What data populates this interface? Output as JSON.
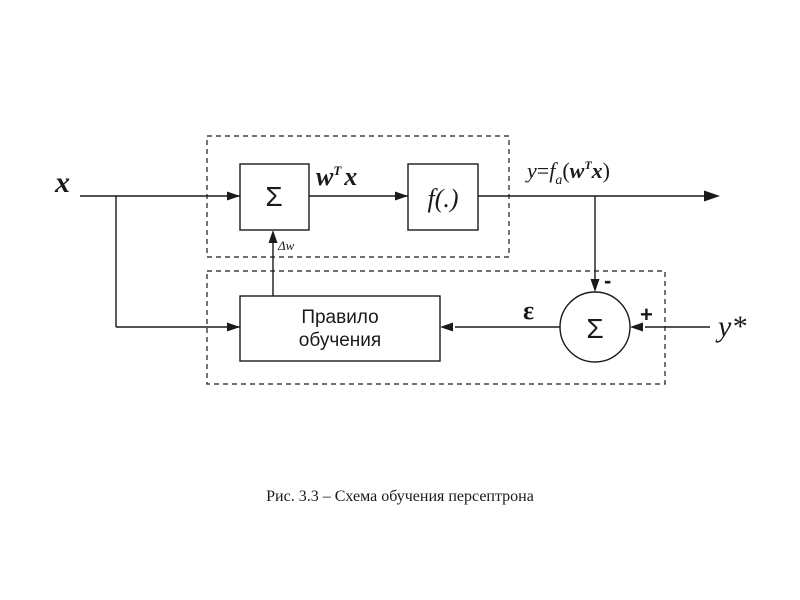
{
  "diagram": {
    "input_label": "x",
    "sum_symbol": "Σ",
    "weighted_sum": {
      "base": "w",
      "sup": "T",
      "var": "x"
    },
    "activation_label": "f(.)",
    "output": {
      "y": "y",
      "eq": "=",
      "f": "f",
      "sub": "a",
      "open": "(",
      "w": "w",
      "sup": "T",
      "x": "x",
      "close": ")"
    },
    "delta_w": "Δw",
    "learning_rule": {
      "line1": "Правило",
      "line2": "обучения"
    },
    "error_label": "ε",
    "minus_sign": "-",
    "plus_sign": "+",
    "target_label": "y*"
  },
  "caption": "Рис. 3.3 – Схема обучения персептрона"
}
